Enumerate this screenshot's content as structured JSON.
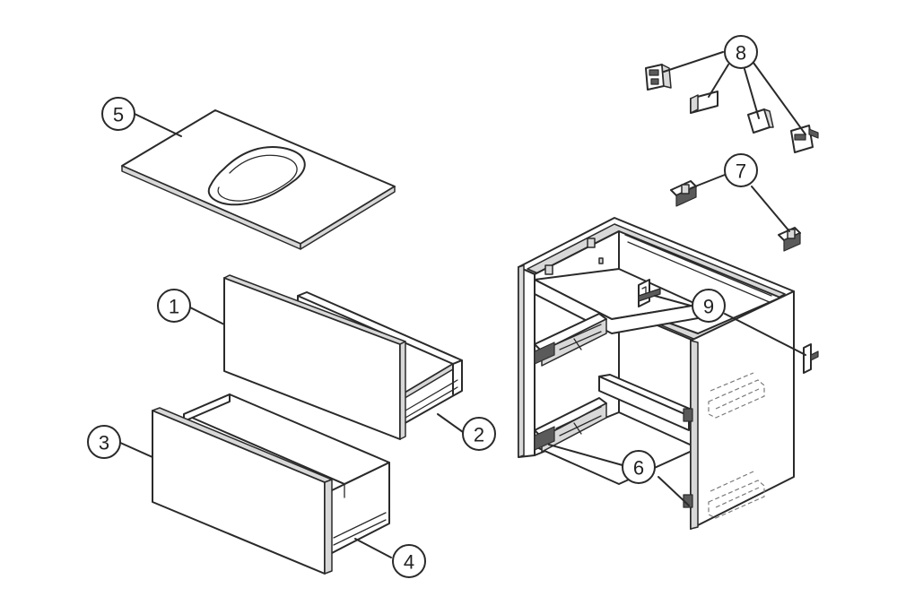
{
  "diagram": {
    "background": "#ffffff",
    "line_color": "#2a2a2a",
    "callouts": [
      "1",
      "2",
      "3",
      "4",
      "5",
      "6",
      "7",
      "8",
      "9"
    ]
  }
}
